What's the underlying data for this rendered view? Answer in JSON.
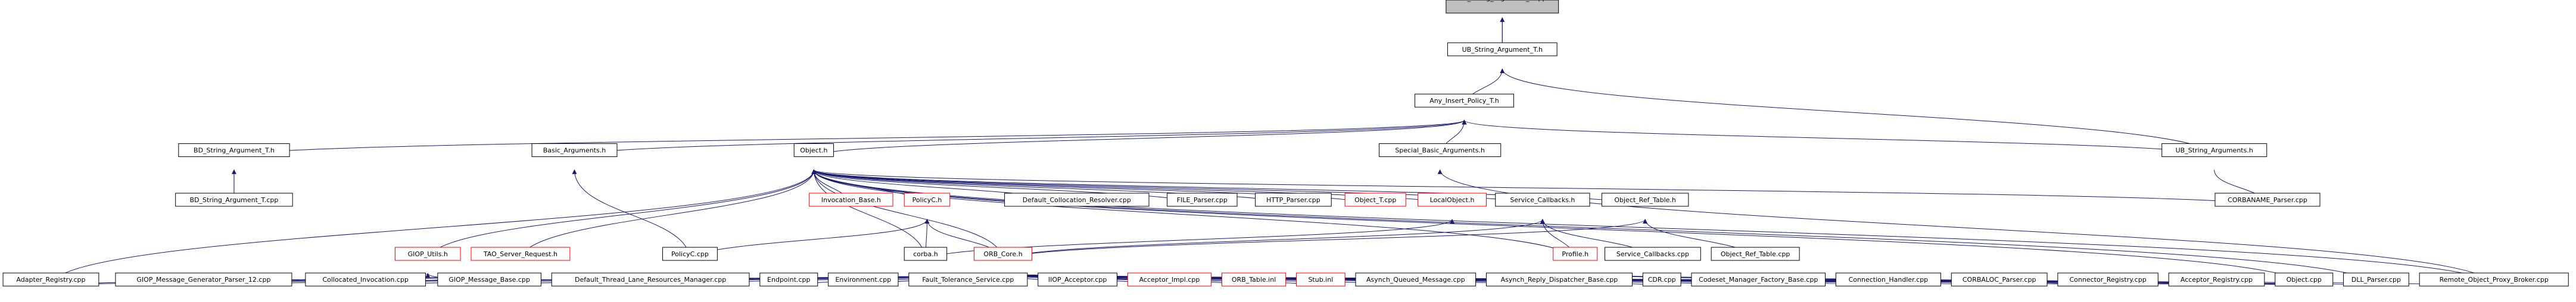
{
  "nodes": [
    {
      "id": "root",
      "label": "UB_String_Argument_T.cpp",
      "style": "root"
    },
    {
      "id": "ubsat",
      "label": "UB_String_Argument_T.h"
    },
    {
      "id": "aipt",
      "label": "Any_Insert_Policy_T.h"
    },
    {
      "id": "bdsat",
      "label": "BD_String_Argument_T.h"
    },
    {
      "id": "bdsatcpp",
      "label": "BD_String_Argument_T.cpp"
    },
    {
      "id": "basic",
      "label": "Basic_Arguments.h"
    },
    {
      "id": "objecth",
      "label": "Object.h"
    },
    {
      "id": "special",
      "label": "Special_Basic_Arguments.h"
    },
    {
      "id": "ubsa",
      "label": "UB_String_Arguments.h"
    },
    {
      "id": "invbase",
      "label": "Invocation_Base.h",
      "style": "red"
    },
    {
      "id": "policyc",
      "label": "PolicyC.h",
      "style": "red"
    },
    {
      "id": "dcr",
      "label": "Default_Collocation_Resolver.cpp"
    },
    {
      "id": "filep",
      "label": "FILE_Parser.cpp"
    },
    {
      "id": "httpp",
      "label": "HTTP_Parser.cpp"
    },
    {
      "id": "objtcpp",
      "label": "Object_T.cpp",
      "style": "red"
    },
    {
      "id": "localobj",
      "label": "LocalObject.h",
      "style": "red"
    },
    {
      "id": "svccb",
      "label": "Service_Callbacks.h"
    },
    {
      "id": "objref",
      "label": "Object_Ref_Table.h"
    },
    {
      "id": "corbaname",
      "label": "CORBANAME_Parser.cpp"
    },
    {
      "id": "giop_utils",
      "label": "GIOP_Utils.h",
      "style": "red"
    },
    {
      "id": "tao_sr",
      "label": "TAO_Server_Request.h",
      "style": "red"
    },
    {
      "id": "policyccpp",
      "label": "PolicyC.cpp"
    },
    {
      "id": "corbah",
      "label": "corba.h"
    },
    {
      "id": "orbcore",
      "label": "ORB_Core.h",
      "style": "red"
    },
    {
      "id": "profile",
      "label": "Profile.h",
      "style": "red"
    },
    {
      "id": "svccbcpp",
      "label": "Service_Callbacks.cpp"
    },
    {
      "id": "objrefcpp",
      "label": "Object_Ref_Table.cpp"
    },
    {
      "id": "adapter",
      "label": "Adapter_Registry.cpp"
    },
    {
      "id": "giopmgp",
      "label": "GIOP_Message_Generator_Parser_12.cpp"
    },
    {
      "id": "collinv",
      "label": "Collocated_Invocation.cpp"
    },
    {
      "id": "giopmb",
      "label": "GIOP_Message_Base.cpp"
    },
    {
      "id": "dtlrm",
      "label": "Default_Thread_Lane_Resources_Manager.cpp"
    },
    {
      "id": "endpoint",
      "label": "Endpoint.cpp"
    },
    {
      "id": "environment",
      "label": "Environment.cpp"
    },
    {
      "id": "ftsvc",
      "label": "Fault_Tolerance_Service.cpp"
    },
    {
      "id": "iiopacc",
      "label": "IIOP_Acceptor.cpp"
    },
    {
      "id": "accimpl",
      "label": "Acceptor_Impl.cpp",
      "style": "red"
    },
    {
      "id": "orbtable",
      "label": "ORB_Table.inl",
      "style": "red"
    },
    {
      "id": "stub",
      "label": "Stub.inl",
      "style": "red"
    },
    {
      "id": "aqm",
      "label": "Asynch_Queued_Message.cpp"
    },
    {
      "id": "arpdb",
      "label": "Asynch_Reply_Dispatcher_Base.cpp"
    },
    {
      "id": "cdr",
      "label": "CDR.cpp"
    },
    {
      "id": "cmfb",
      "label": "Codeset_Manager_Factory_Base.cpp"
    },
    {
      "id": "connh",
      "label": "Connection_Handler.cpp"
    },
    {
      "id": "corbaloc",
      "label": "CORBALOC_Parser.cpp"
    },
    {
      "id": "connreg",
      "label": "Connector_Registry.cpp"
    },
    {
      "id": "accreg",
      "label": "Acceptor_Registry.cpp"
    },
    {
      "id": "objcpp",
      "label": "Object.cpp"
    },
    {
      "id": "dllp",
      "label": "DLL_Parser.cpp"
    },
    {
      "id": "ropb",
      "label": "Remote_Object_Proxy_Broker.cpp"
    }
  ]
}
